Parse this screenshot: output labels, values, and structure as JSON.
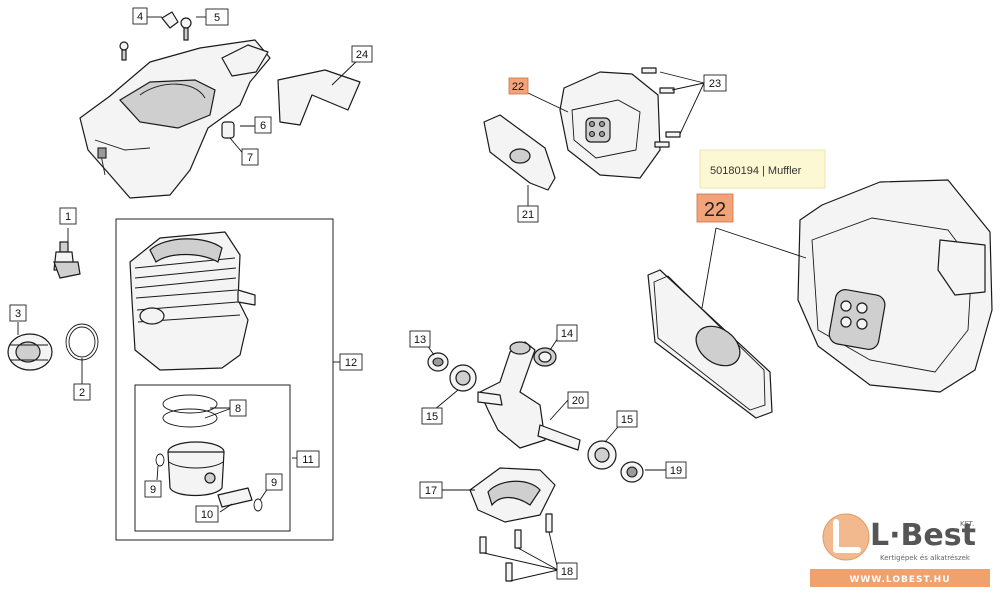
{
  "diagram": {
    "parts": {
      "p1": "1",
      "p2": "2",
      "p3": "3",
      "p4": "4",
      "p5": "5",
      "p6": "6",
      "p7": "7",
      "p8": "8",
      "p9a": "9",
      "p9b": "9",
      "p10": "10",
      "p11": "11",
      "p12": "12",
      "p13": "13",
      "p14": "14",
      "p15a": "15",
      "p15b": "15",
      "p17": "17",
      "p18": "18",
      "p19": "19",
      "p20": "20",
      "p21": "21",
      "p22": "22",
      "p23": "23",
      "p24": "24"
    },
    "highlight_color": "#f2a37a"
  },
  "tooltip": {
    "part_code": "50180194 | Muffler",
    "part_number": "22"
  },
  "logo": {
    "brand": "L·Best",
    "suffix": "KFT.",
    "tagline": "Kertigépek és alkatrészek",
    "url": "WWW.LOBEST.HU",
    "accent": "#f2b98e",
    "bar_color": "#f0a26e"
  }
}
